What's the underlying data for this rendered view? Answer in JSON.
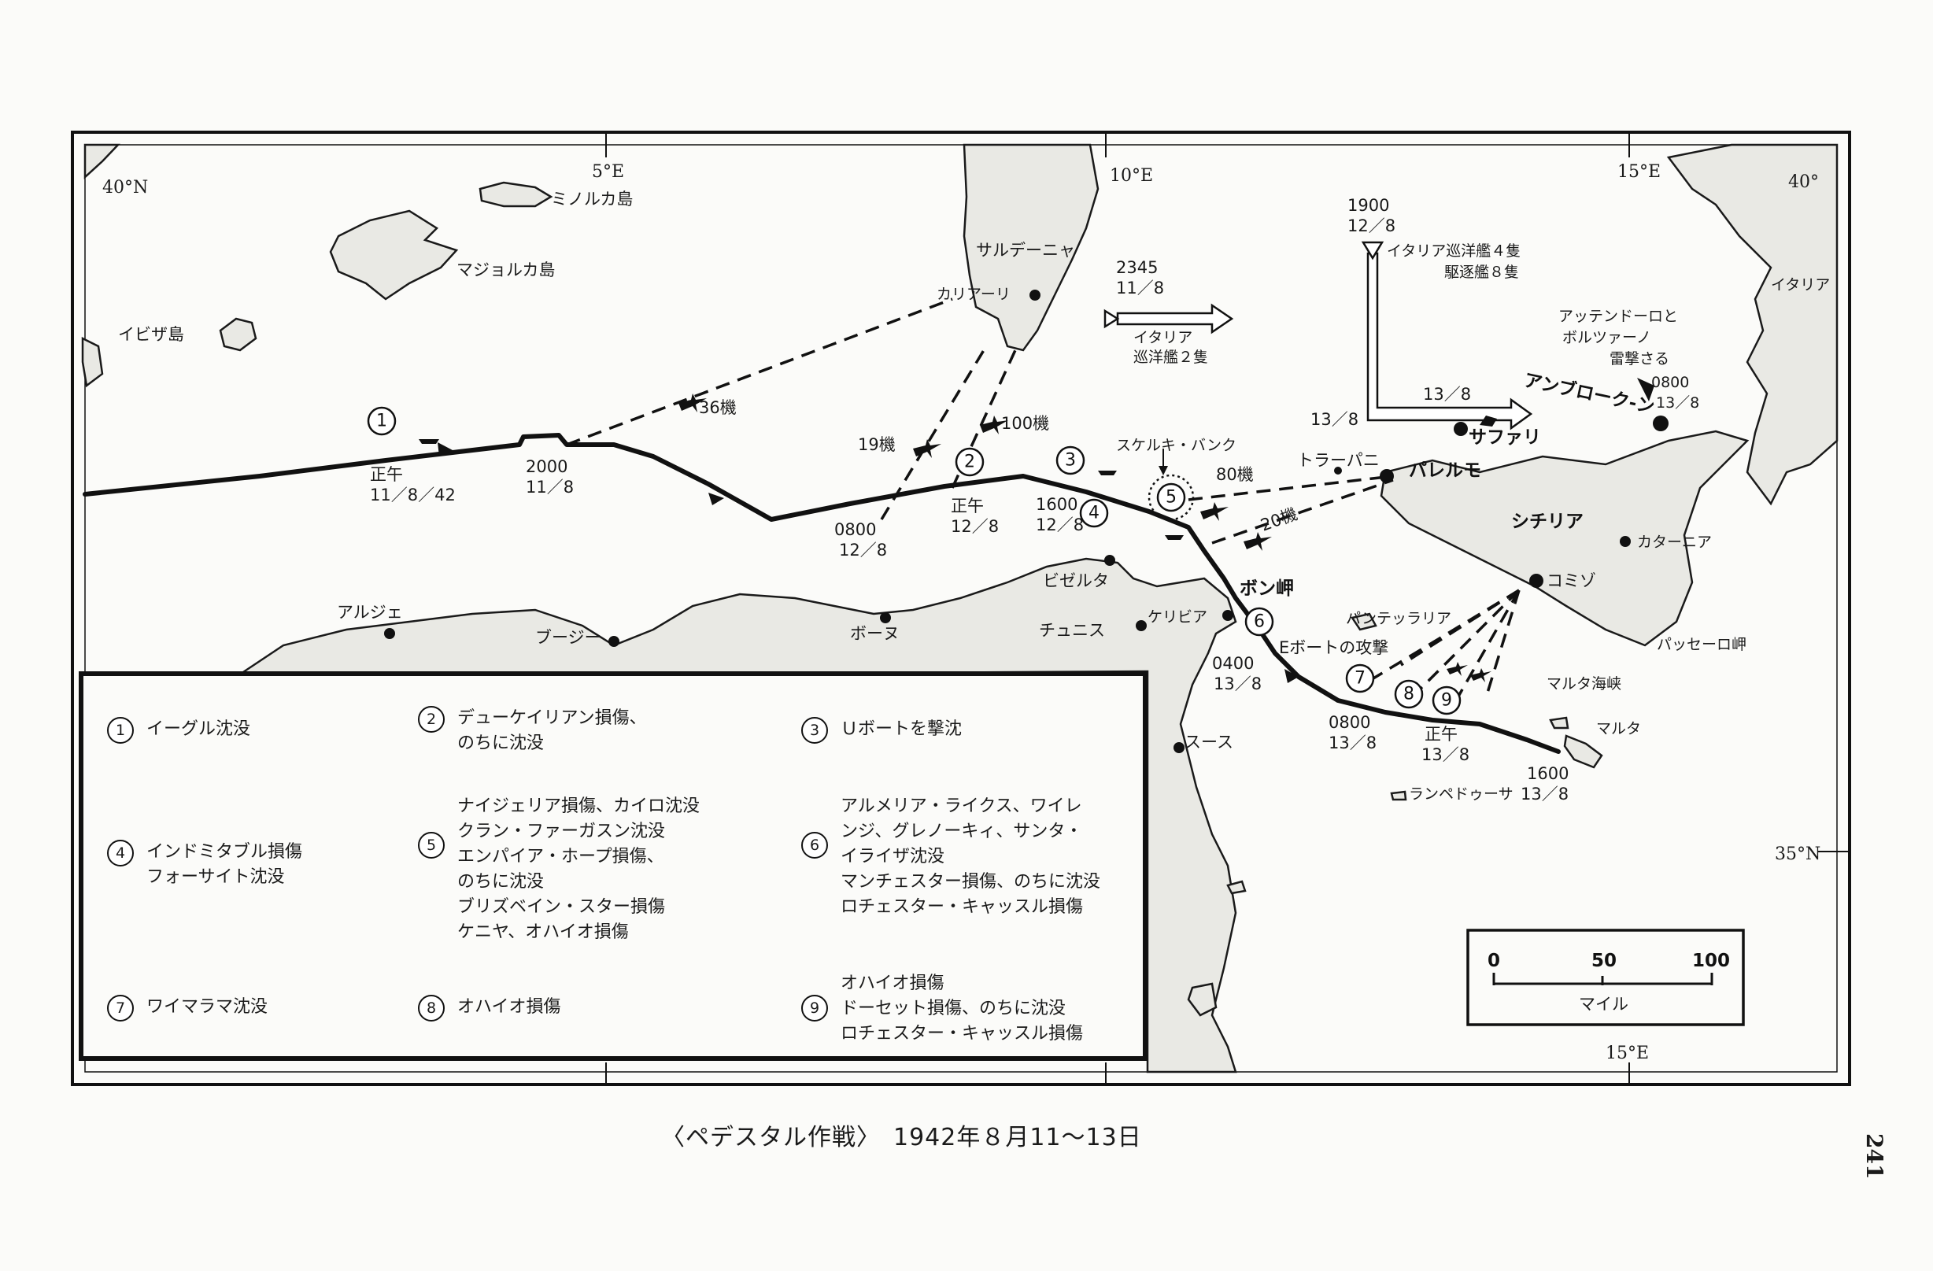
{
  "coords": {
    "lat_40": "40°N",
    "lat_40_right": "40°",
    "lat_35": "35°N",
    "lon_5": "5°E",
    "lon_10": "10°E",
    "lon_15_top": "15°E",
    "lon_15_bottom": "15°E"
  },
  "places": {
    "minorca": "ミノルカ島",
    "majorca": "マジョルカ島",
    "ibiza": "イビザ島",
    "sardinia": "サルデーニャ",
    "cagliari": "カリアーリ",
    "italy": "イタリア",
    "skerki": "スケルキ・バンク",
    "trapani": "トラーパニ",
    "palermo": "パレルモ",
    "sicily": "シチリア",
    "catania": "カターニア",
    "comiso": "コミゾ",
    "passero": "パッセーロ岬",
    "pantelleria": "パンテッラリア",
    "bizerta": "ビゼルタ",
    "tunis": "チュニス",
    "kelibia": "ケリビア",
    "bon": "ボン岬",
    "algiers": "アルジェ",
    "bougie": "ブージー",
    "bone": "ボーヌ",
    "sousse": "スース",
    "malta_channel": "マルタ海峡",
    "malta": "マルタ",
    "lampedusa": "ランペドゥーサ",
    "safari": "サファリ",
    "umbrocone": "アンブローク-ン",
    "attendolo1": "アッテンドーロと",
    "attendolo2": "ボルツァーノ",
    "attendolo3": "雷撃さる"
  },
  "route_labels": {
    "t1": "正午",
    "t1b": "11／8／42",
    "t2": "2000",
    "t2b": "11／8",
    "t3": "0800",
    "t3b": "12／8",
    "t4": "正午",
    "t4b": "12／8",
    "t5": "1600",
    "t5b": "12／8",
    "t6": "0400",
    "t6b": "13／8",
    "t7": "0800",
    "t7b": "13／8",
    "t8": "正午",
    "t8b": "13／8",
    "t9": "1600",
    "t9b": "13／8",
    "t10": "0800",
    "t10b": "13／8"
  },
  "attacks": {
    "a36": "36機",
    "a19": "19機",
    "a100": "100機",
    "a80": "80機",
    "a20": "20機",
    "eboat": "Eボートの攻撃"
  },
  "italian_forces": {
    "first_time": "2345",
    "first_date": "11／8",
    "first_label1": "イタリア",
    "first_label2": "巡洋艦２隻",
    "second_time": "1900",
    "second_date": "12／8",
    "second_label1": "イタリア巡洋艦４隻",
    "second_label2": "駆逐艦８隻",
    "turn_date_left": "13／8",
    "turn_date_top": "13／8"
  },
  "markers": [
    "1",
    "2",
    "3",
    "4",
    "5",
    "6",
    "7",
    "8",
    "9"
  ],
  "scale": {
    "v0": "0",
    "v50": "50",
    "v100": "100",
    "unit": "マイル"
  },
  "legend": [
    {
      "num": "1",
      "text": "イーグル沈没"
    },
    {
      "num": "2",
      "text": "デューケイリアン損傷、\nのちに沈没"
    },
    {
      "num": "3",
      "text": "Ｕボートを撃沈"
    },
    {
      "num": "4",
      "text": "インドミタブル損傷\nフォーサイト沈没"
    },
    {
      "num": "5",
      "text": "ナイジェリア損傷、カイロ沈没\nクラン・ファーガスン沈没\nエンパイア・ホープ損傷、\nのちに沈没\nブリズベイン・スター損傷\nケニヤ、オハイオ損傷"
    },
    {
      "num": "6",
      "text": "アルメリア・ライクス、ワイレ\nンジ、グレノーキィ、サンタ・\nイライザ沈没\nマンチェスター損傷、のちに沈没\nロチェスター・キャッスル損傷"
    },
    {
      "num": "7",
      "text": "ワイマラマ沈没"
    },
    {
      "num": "8",
      "text": "オハイオ損傷"
    },
    {
      "num": "9",
      "text": "オハイオ損傷\nドーセット損傷、のちに沈没\nロチェスター・キャッスル損傷"
    }
  ],
  "caption": "〈ペデスタル作戦〉　1942年８月11～13日",
  "page_number": "241"
}
